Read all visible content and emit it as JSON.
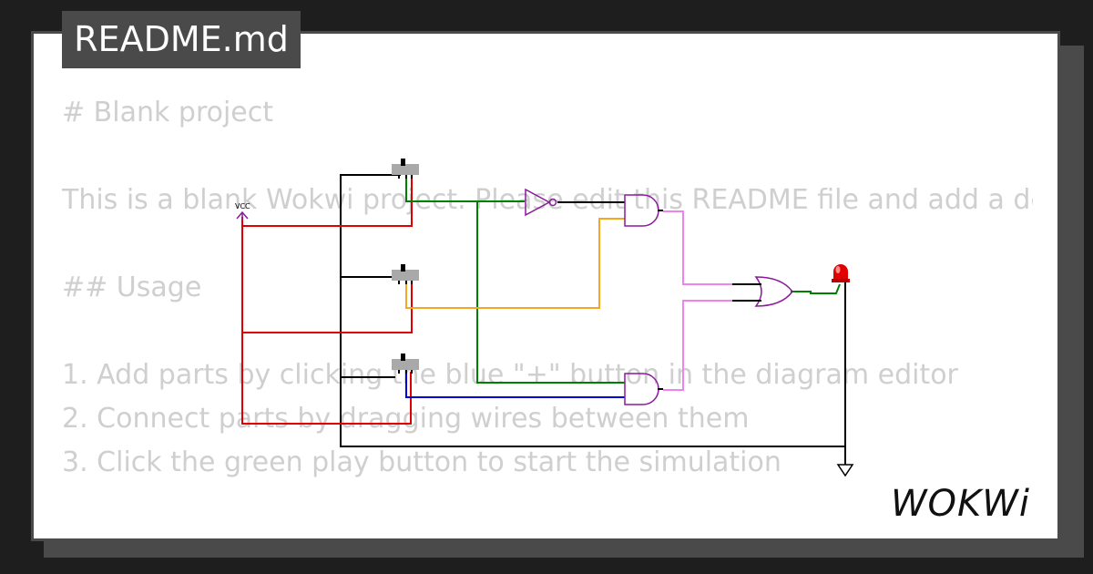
{
  "tab": {
    "label": "README.md"
  },
  "readme": {
    "lines": [
      "# Blank project",
      "",
      "This is a blank Wokwi project. Please edit this README file and add a description of your project.",
      "",
      "## Usage",
      "",
      "1. Add parts by clicking the blue \"+\" button in the diagram editor",
      "2. Connect parts by dragging wires between them",
      "3. Click the green play button to start the simulation"
    ]
  },
  "diagram": {
    "vcc_label": "VCC",
    "components": [
      "slide-switch",
      "slide-switch",
      "slide-switch",
      "not-gate",
      "and-gate",
      "and-gate",
      "or-gate",
      "red-led",
      "ground"
    ],
    "wire_colors": {
      "red": "#e00000",
      "black": "#000000",
      "green": "#008000",
      "orange": "#f5a623",
      "blue": "#0000dd",
      "pink": "#ee82ee",
      "gate": "#8b1a9b"
    }
  },
  "logo": {
    "text": "WOKWi"
  }
}
